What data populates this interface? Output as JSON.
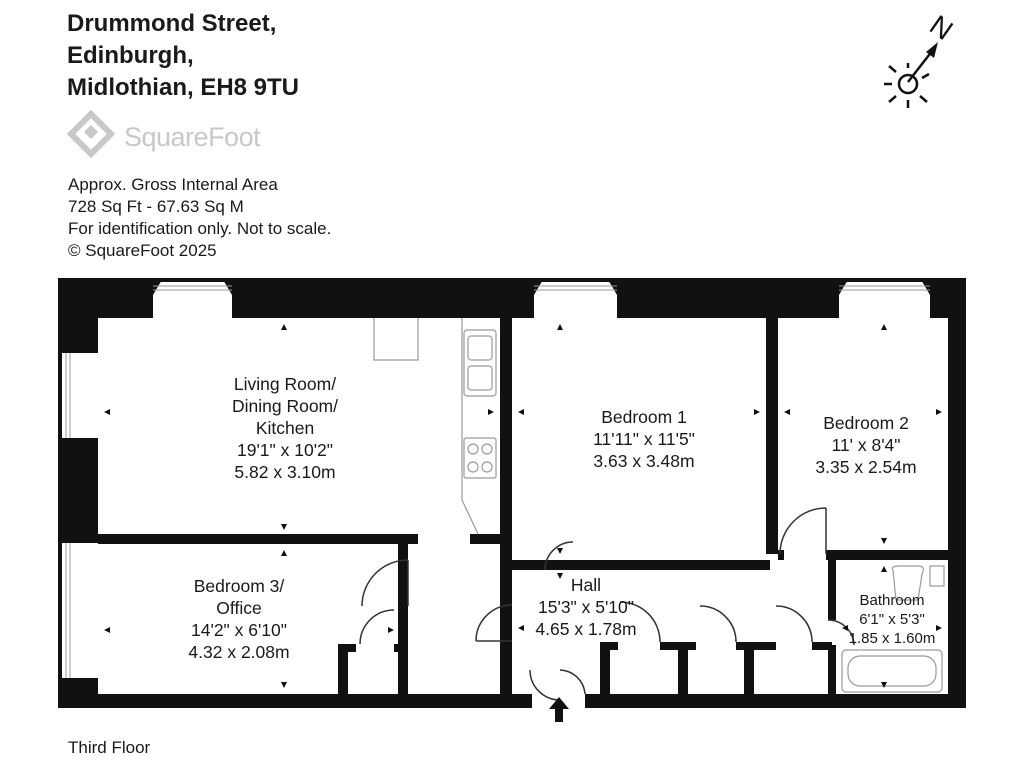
{
  "address": {
    "line1": "Drummond Street,",
    "line2": "Edinburgh,",
    "line3": "Midlothian, EH8 9TU"
  },
  "logo": {
    "text": "SquareFoot"
  },
  "info": {
    "line1": "Approx. Gross Internal Area",
    "line2": "728 Sq Ft  -  67.63 Sq M",
    "line3": "For identification only. Not to scale.",
    "line4": "© SquareFoot 2025"
  },
  "compass": {
    "label": "N"
  },
  "rooms": {
    "living": {
      "name1": "Living Room/",
      "name2": "Dining Room/",
      "name3": "Kitchen",
      "imperial": "19'1\" x 10'2\"",
      "metric": "5.82 x 3.10m"
    },
    "bedroom1": {
      "name": "Bedroom 1",
      "imperial": "11'11\" x 11'5\"",
      "metric": "3.63 x 3.48m"
    },
    "bedroom2": {
      "name": "Bedroom 2",
      "imperial": "11' x 8'4\"",
      "metric": "3.35 x 2.54m"
    },
    "bedroom3": {
      "name1": "Bedroom 3/",
      "name2": "Office",
      "imperial": "14'2\" x 6'10\"",
      "metric": "4.32 x 2.08m"
    },
    "hall": {
      "name": "Hall",
      "imperial": "15'3\" x 5'10\"",
      "metric": "4.65 x 1.78m"
    },
    "bathroom": {
      "name": "Bathroom",
      "imperial": "6'1\" x 5'3\"",
      "metric": "1.85 x 1.60m"
    }
  },
  "floor": {
    "label": "Third Floor"
  },
  "colors": {
    "wall": "#111111",
    "logo": "#c8c8c8",
    "fixture": "#9a9a9a"
  }
}
